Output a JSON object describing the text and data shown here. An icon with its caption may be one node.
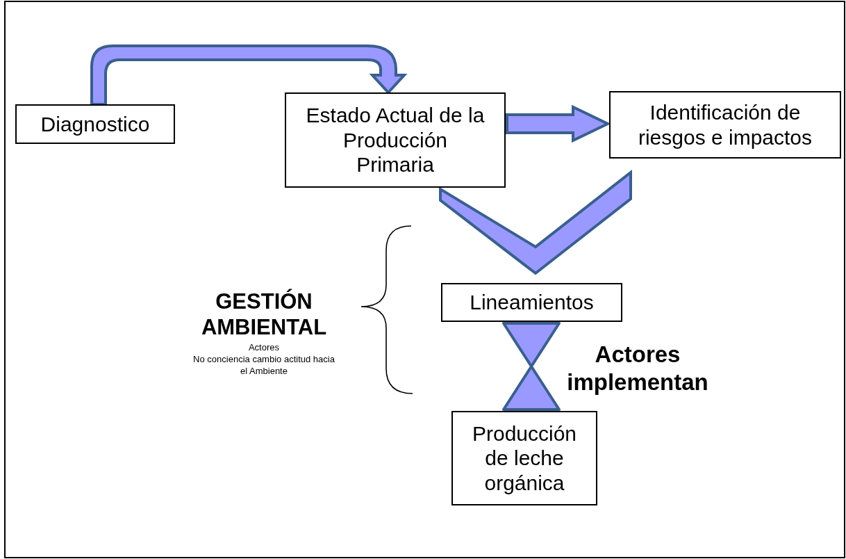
{
  "diagram": {
    "nodes": [
      {
        "text": [
          "Diagnostico"
        ]
      },
      {
        "text": [
          "Estado Actual de la Producción Primaria"
        ]
      },
      {
        "text": [
          "Identificación de riesgos e impactos"
        ]
      },
      {
        "text": [
          "Lineamientos"
        ]
      },
      {
        "text": [
          "Producción de leche orgánica"
        ]
      }
    ],
    "edges": [
      {
        "from": 0,
        "to": 1,
        "arrow": "to"
      },
      {
        "from": 1,
        "to": 2,
        "arrow": "to"
      },
      {
        "from": 1,
        "to": 3,
        "arrow": "none"
      },
      {
        "from": 2,
        "to": 3,
        "arrow": "none"
      },
      {
        "from": 3,
        "to": 4,
        "arrow": "none",
        "label": "Actores implementan"
      }
    ],
    "labels": [
      "GESTIÓN AMBIENTAL",
      "Actores",
      "No conciencia cambio actitud hacia el Ambiente"
    ]
  }
}
